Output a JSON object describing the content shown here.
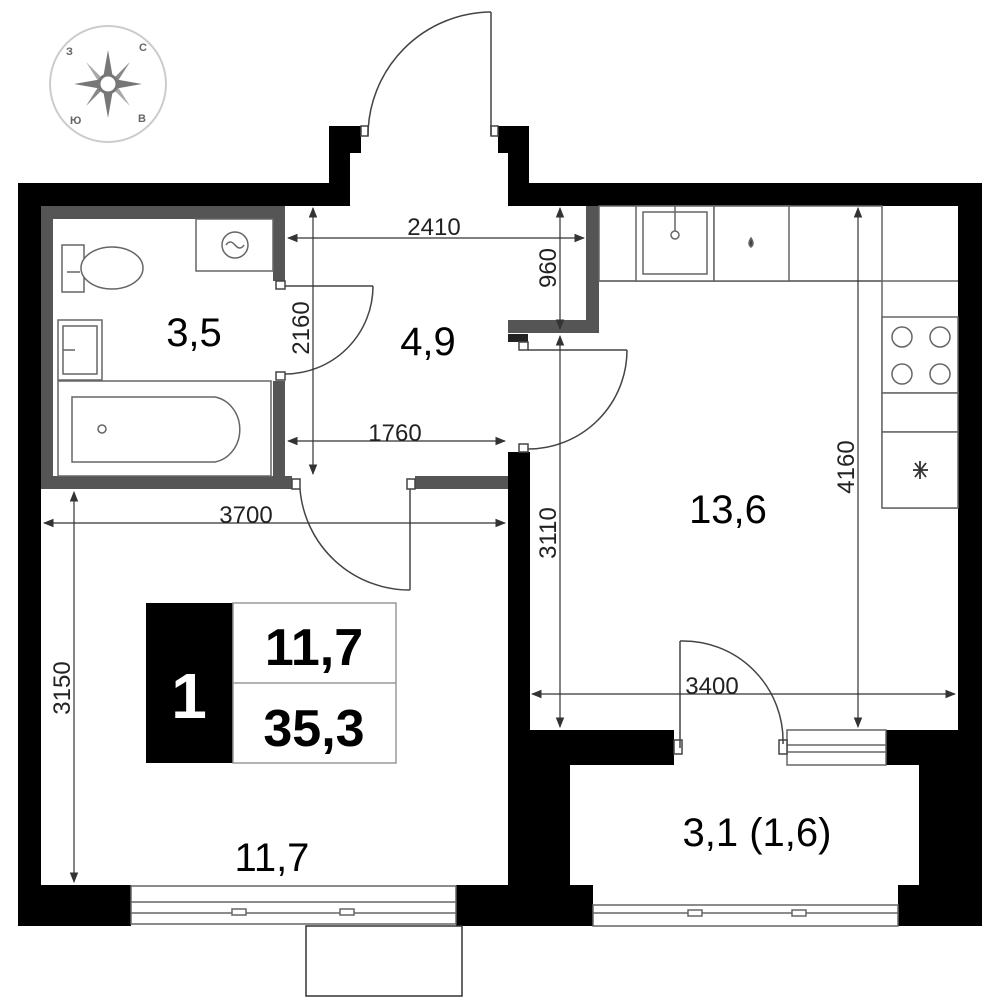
{
  "compass": {
    "north": "С",
    "south": "Ю",
    "east": "В",
    "west": "З"
  },
  "rooms": {
    "bathroom": "3,5",
    "hallway": "4,9",
    "kitchen": "13,6",
    "living": "11,7",
    "balcony": "3,1 (1,6)"
  },
  "dimensions": {
    "d2410": "2410",
    "d960": "960",
    "d2160": "2160",
    "d1760": "1760",
    "d3700": "3700",
    "d3150": "3150",
    "d3110": "3110",
    "d4160": "4160",
    "d3400": "3400"
  },
  "summary": {
    "rooms_count": "1",
    "living_area": "11,7",
    "total_area": "35,3"
  },
  "colors": {
    "wall": "#000000",
    "inner_wall": "#555555",
    "fixture_stroke": "#666666",
    "dim_line": "#333333"
  }
}
